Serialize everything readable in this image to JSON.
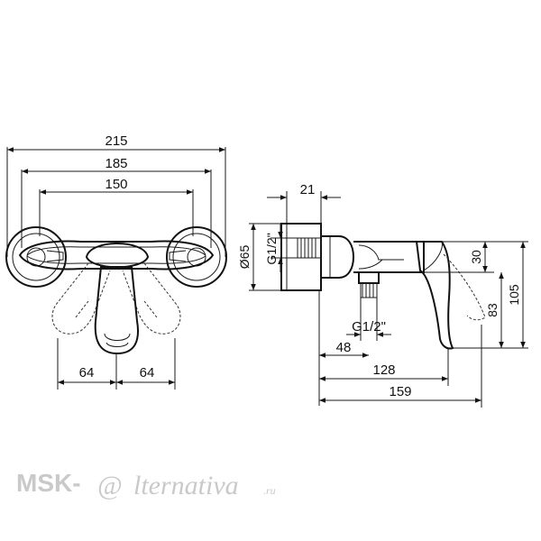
{
  "front_view": {
    "dim_overall": "215",
    "dim_mid": "185",
    "dim_inner": "150",
    "dim_left_swing": "64",
    "dim_right_swing": "64"
  },
  "side_view": {
    "dim_top": "21",
    "dim_diameter": "Ø65",
    "dim_thread_top": "G1/2\"",
    "dim_thread_bottom": "G1/2\"",
    "dim_48": "48",
    "dim_128": "128",
    "dim_159": "159",
    "dim_30": "30",
    "dim_83": "83",
    "dim_105": "105"
  },
  "watermark": {
    "brand_left": "MSK-",
    "brand_at": "@",
    "brand_right": "lternativa",
    "brand_tld": ".ru"
  }
}
